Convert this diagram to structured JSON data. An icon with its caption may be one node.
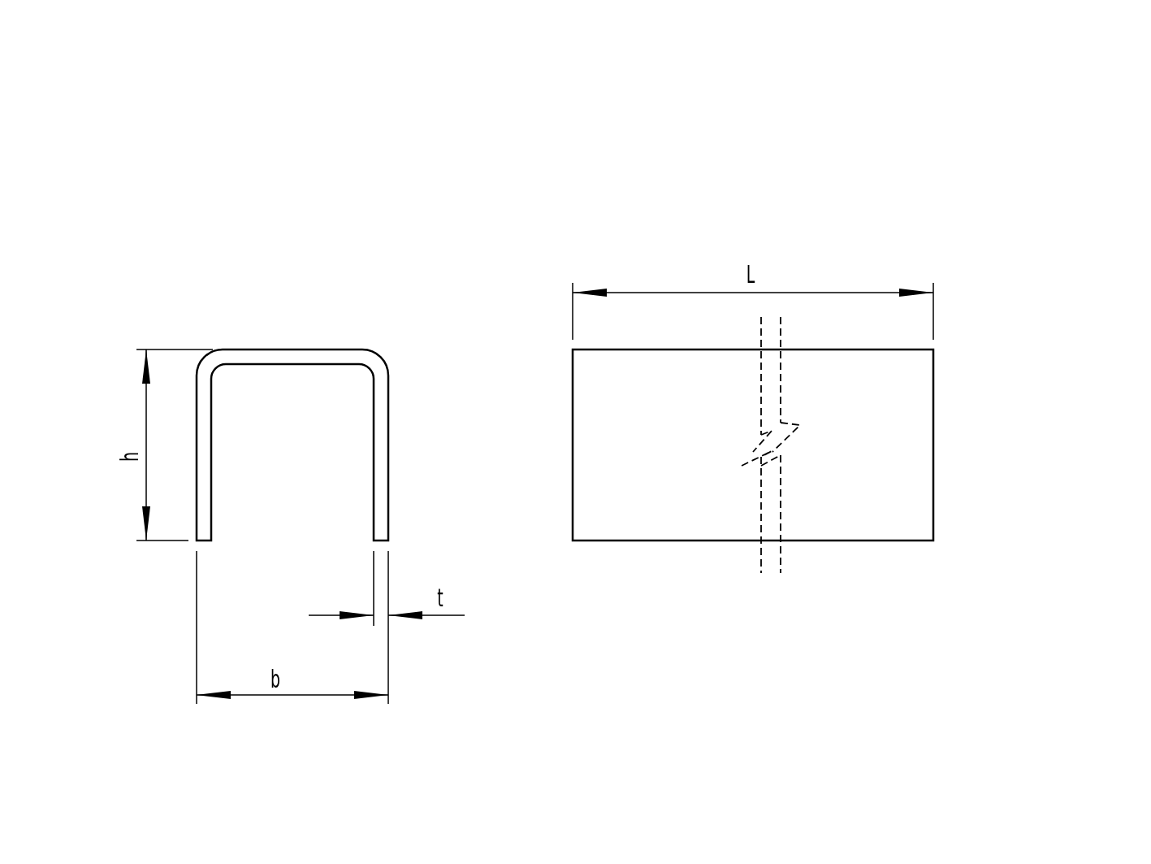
{
  "diagram": {
    "labels": [
      "L",
      "h",
      "t",
      "b"
    ]
  }
}
